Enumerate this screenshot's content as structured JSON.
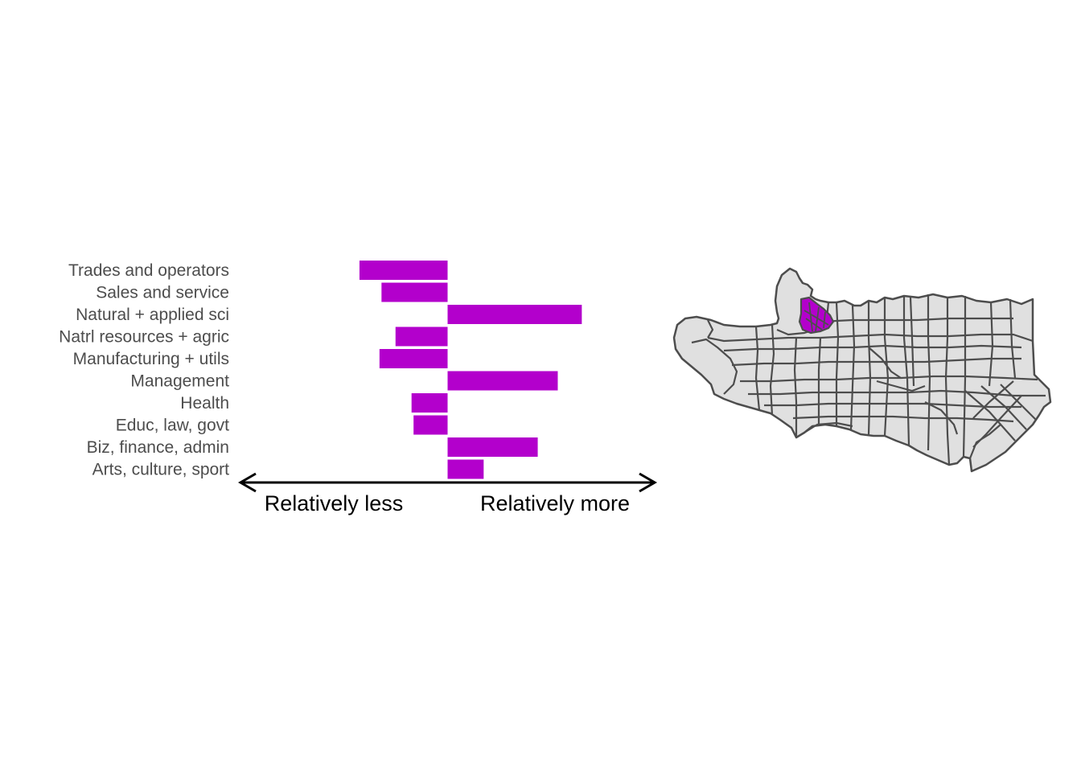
{
  "chart_data": {
    "type": "bar",
    "orientation": "horizontal",
    "categories": [
      "Trades and operators",
      "Sales and service",
      "Natural + applied sci",
      "Natrl resources + agric",
      "Manufacturing + utils",
      "Management",
      "Health",
      "Educ, law, govt",
      "Biz, finance, admin",
      "Arts, culture, sport"
    ],
    "values": [
      -0.44,
      -0.33,
      0.67,
      -0.26,
      -0.34,
      0.55,
      -0.18,
      -0.17,
      0.45,
      0.18
    ],
    "xlim": [
      -1.03,
      1.03
    ],
    "bar_color": "#b300cc",
    "axis_arrow": {
      "left_label": "Relatively less",
      "right_label": "Relatively more"
    },
    "grid": false,
    "legend": "none"
  },
  "map": {
    "fill": "#e0e0e0",
    "stroke": "#4d4d4d",
    "highlight_color": "#b300cc"
  }
}
